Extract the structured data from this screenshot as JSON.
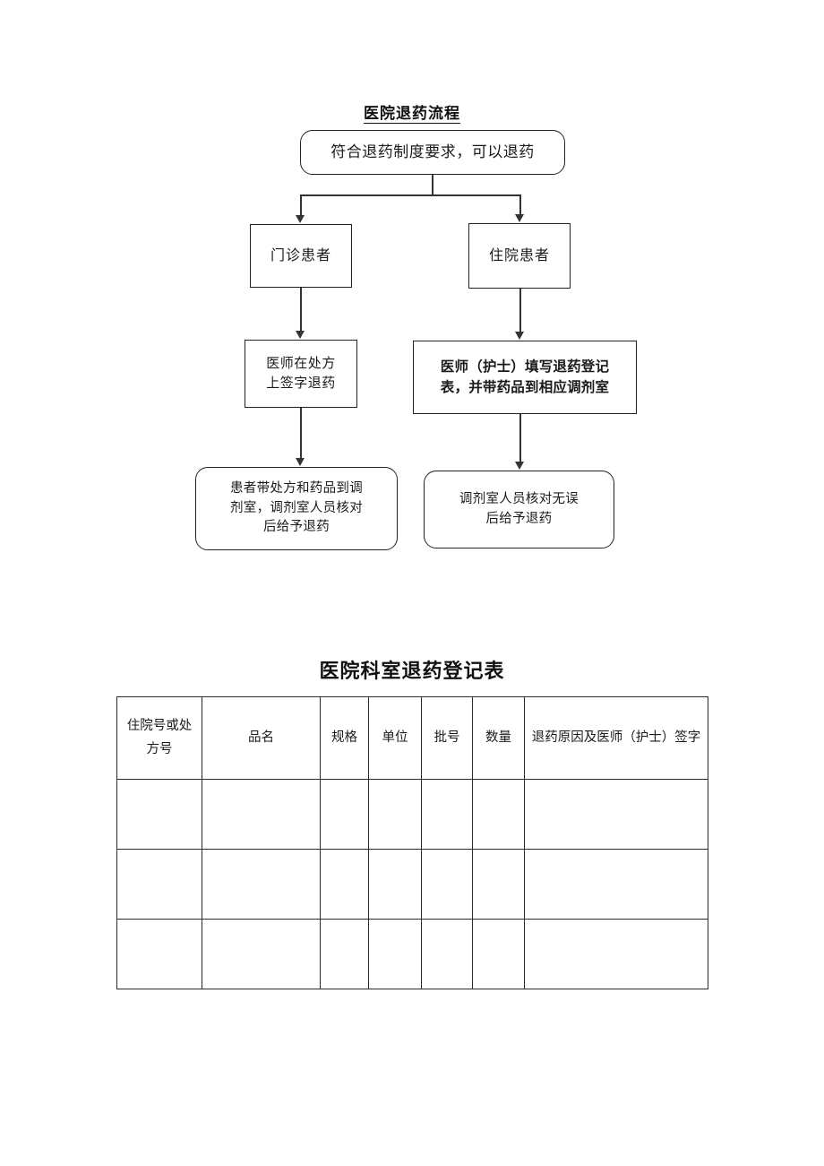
{
  "document": {
    "flowchart": {
      "title": "医院退药流程",
      "nodes": {
        "start": "符合退药制度要求，可以退药",
        "outpatient": "门诊患者",
        "inpatient": "住院患者",
        "doctor_sign": "医师在处方\n上签字退药",
        "fill_form": "医师（护士）填写退药登记\n表，并带药品到相应调剂室",
        "outpatient_return": "患者带处方和药品到调\n剂室，调剂室人员核对\n后给予退药",
        "inpatient_return": "调剂室人员核对无误\n后给予退药"
      }
    },
    "table": {
      "title": "医院科室退药登记表",
      "headers": [
        "住院号或处方号",
        "品名",
        "规格",
        "单位",
        "批号",
        "数量",
        "退药原因及医师（护士）签字"
      ],
      "rows": [
        [
          "",
          "",
          "",
          "",
          "",
          "",
          ""
        ],
        [
          "",
          "",
          "",
          "",
          "",
          "",
          ""
        ],
        [
          "",
          "",
          "",
          "",
          "",
          "",
          ""
        ]
      ]
    }
  }
}
